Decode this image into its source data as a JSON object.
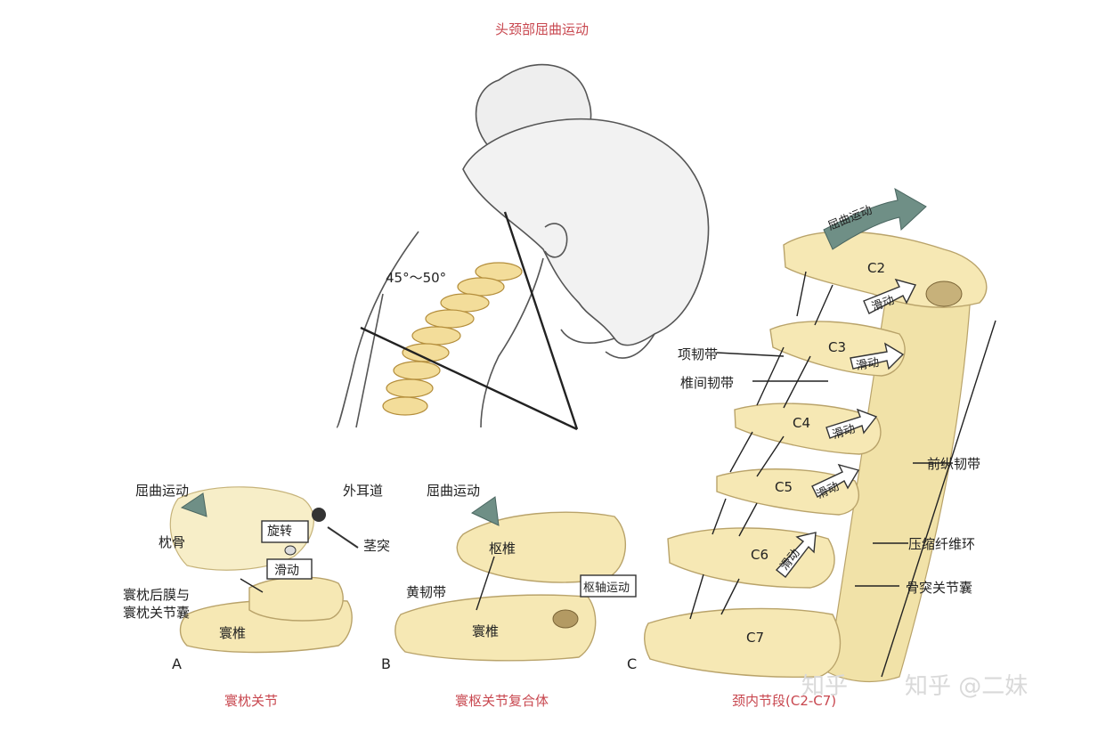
{
  "top_title": "头颈部屈曲运动",
  "angle_label": "45°～50°",
  "panel_a": {
    "letter": "A",
    "flexion": "屈曲运动",
    "ear_canal": "外耳道",
    "rotation": "旋转",
    "occiput": "枕骨",
    "styloid": "茎突",
    "slide": "滑动",
    "membrane_line1": "寰枕后膜与",
    "membrane_line2": "寰枕关节囊",
    "atlas": "寰椎",
    "caption": "寰枕关节"
  },
  "panel_b": {
    "letter": "B",
    "flexion": "屈曲运动",
    "axis": "枢椎",
    "ligamentum_flavum": "黄韧带",
    "axis_motion": "枢轴运动",
    "atlas": "寰椎",
    "caption": "寰枢关节复合体"
  },
  "panel_c": {
    "letter": "C",
    "flexion": "屈曲运动",
    "vertebrae": [
      "C2",
      "C3",
      "C4",
      "C5",
      "C6",
      "C7"
    ],
    "slide": "滑动",
    "nuchal_ligament": "项韧带",
    "interspinous_ligament": "椎间韧带",
    "anterior_longitudinal": "前纵韧带",
    "annulus": "压缩纤维环",
    "facet_capsule": "骨突关节囊",
    "caption": "颈内节段(C2-C7)"
  },
  "watermark": [
    "知乎",
    "知乎 @二妹"
  ],
  "colors": {
    "bone": "#f6e8b4",
    "bone_edge": "#b9a36a",
    "arrow": "#6f8f86",
    "caption": "#c8474f"
  }
}
